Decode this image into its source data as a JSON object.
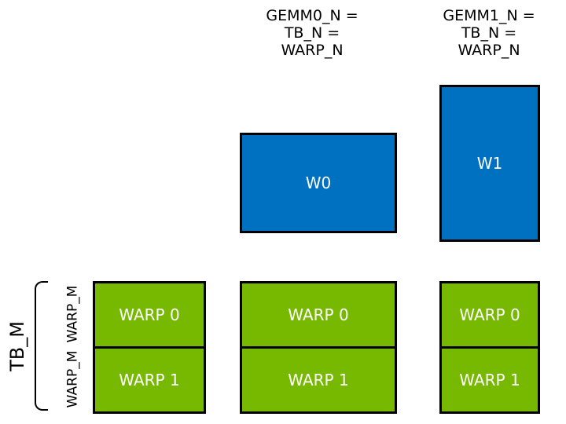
{
  "top_labels": {
    "gemm0": {
      "line1": "GEMM0_N =",
      "line2": "TB_N =",
      "line3": "WARP_N"
    },
    "gemm1": {
      "line1": "GEMM1_N =",
      "line2": "TB_N =",
      "line3": "WARP_N"
    }
  },
  "warp_tiles": {
    "w0": "W0",
    "w1": "W1"
  },
  "left_axis": {
    "tb_label": "TB_M",
    "warp_m_top": "WARP_M",
    "warp_m_bottom": "WARP_M"
  },
  "warp_columns": [
    {
      "warp0": "WARP 0",
      "warp1": "WARP 1"
    },
    {
      "warp0": "WARP 0",
      "warp1": "WARP 1"
    },
    {
      "warp0": "WARP 0",
      "warp1": "WARP 1"
    }
  ],
  "colors": {
    "warp_tile_blue": "#0070C0",
    "warp_box_green": "#76B900",
    "border_black": "#000000",
    "box_text_white": "#FFFFFF",
    "label_text_black": "#000000"
  }
}
